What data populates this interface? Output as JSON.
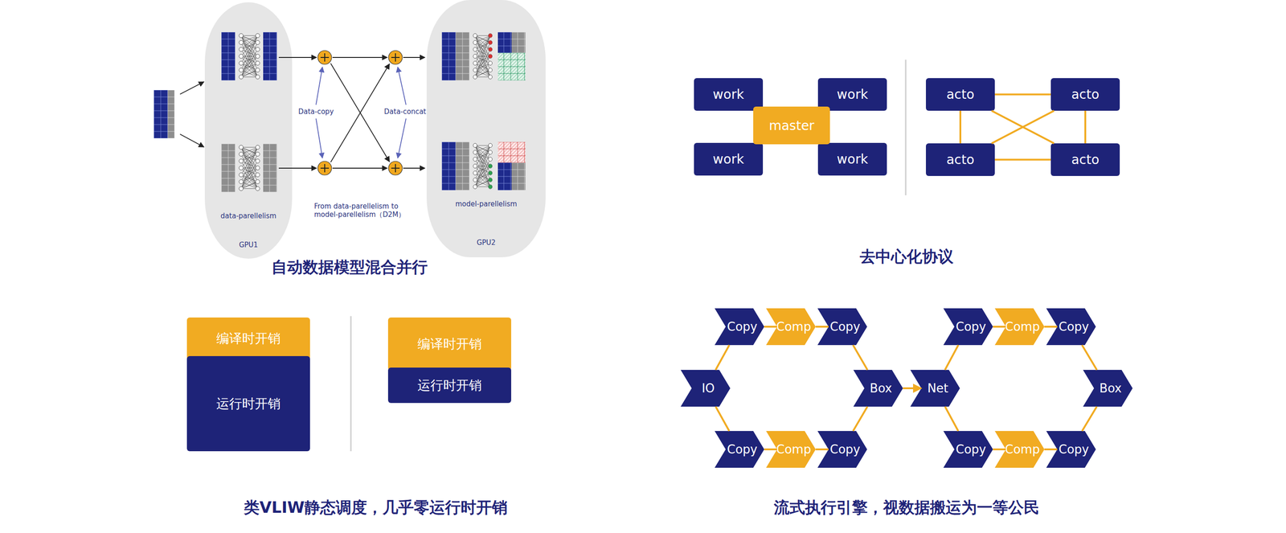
{
  "diagram": {
    "nodes": [
      {
        "text": [
          "data-parellelism",
          "GPU1"
        ]
      },
      {
        "text": [
          "model-parellelism",
          "GPU2"
        ]
      },
      {
        "text": [
          "work"
        ]
      },
      {
        "text": [
          "work"
        ]
      },
      {
        "text": [
          "master"
        ]
      },
      {
        "text": [
          "work"
        ]
      },
      {
        "text": [
          "work"
        ]
      },
      {
        "text": [
          "acto"
        ]
      },
      {
        "text": [
          "acto"
        ]
      },
      {
        "text": [
          "acto"
        ]
      },
      {
        "text": [
          "acto"
        ]
      },
      {
        "text": [
          "编译时开销"
        ]
      },
      {
        "text": [
          "运行时开销"
        ]
      },
      {
        "text": [
          "编译时开销"
        ]
      },
      {
        "text": [
          "运行时开销"
        ]
      },
      {
        "text": [
          "Copy"
        ]
      },
      {
        "text": [
          "Comp"
        ]
      },
      {
        "text": [
          "Copy"
        ]
      },
      {
        "text": [
          "Copy"
        ]
      },
      {
        "text": [
          "Comp"
        ]
      },
      {
        "text": [
          "Copy"
        ]
      },
      {
        "text": [
          "IO"
        ]
      },
      {
        "text": [
          "Box"
        ]
      },
      {
        "text": [
          "Net"
        ]
      },
      {
        "text": [
          "Box"
        ]
      },
      {
        "text": [
          "Copy"
        ]
      },
      {
        "text": [
          "Comp"
        ]
      },
      {
        "text": [
          "Copy"
        ]
      },
      {
        "text": [
          "Copy"
        ]
      },
      {
        "text": [
          "Comp"
        ]
      },
      {
        "text": [
          "Copy"
        ]
      }
    ],
    "edges": [
      {
        "from": 7,
        "to": 8,
        "arrow": "none"
      },
      {
        "from": 9,
        "to": 10,
        "arrow": "none"
      },
      {
        "from": 7,
        "to": 9,
        "arrow": "none"
      },
      {
        "from": 8,
        "to": 10,
        "arrow": "none"
      },
      {
        "from": 7,
        "to": 10,
        "arrow": "none"
      },
      {
        "from": 8,
        "to": 9,
        "arrow": "none"
      },
      {
        "from": 21,
        "to": 15,
        "arrow": "none"
      },
      {
        "from": 21,
        "to": 25,
        "arrow": "none"
      },
      {
        "from": 15,
        "to": 16,
        "arrow": "none"
      },
      {
        "from": 16,
        "to": 17,
        "arrow": "none"
      },
      {
        "from": 25,
        "to": 26,
        "arrow": "none"
      },
      {
        "from": 26,
        "to": 27,
        "arrow": "none"
      },
      {
        "from": 17,
        "to": 22,
        "arrow": "none"
      },
      {
        "from": 27,
        "to": 22,
        "arrow": "none"
      },
      {
        "from": 22,
        "to": 23,
        "arrow": "to"
      },
      {
        "from": 23,
        "to": 18,
        "arrow": "none"
      },
      {
        "from": 23,
        "to": 28,
        "arrow": "none"
      },
      {
        "from": 18,
        "to": 19,
        "arrow": "none"
      },
      {
        "from": 19,
        "to": 20,
        "arrow": "none"
      },
      {
        "from": 28,
        "to": 29,
        "arrow": "none"
      },
      {
        "from": 29,
        "to": 30,
        "arrow": "none"
      },
      {
        "from": 20,
        "to": 24,
        "arrow": "none"
      },
      {
        "from": 30,
        "to": 24,
        "arrow": "none"
      }
    ],
    "labels": [
      "Data-copy",
      "Data-concat",
      "From data-parellelism to model-parellelism（D2M）",
      "自动数据模型混合并行",
      "去中心化协议",
      "类VLIW静态调度，几乎零运行时开销",
      "流式执行引擎，视数据搬运为一等公民"
    ]
  }
}
